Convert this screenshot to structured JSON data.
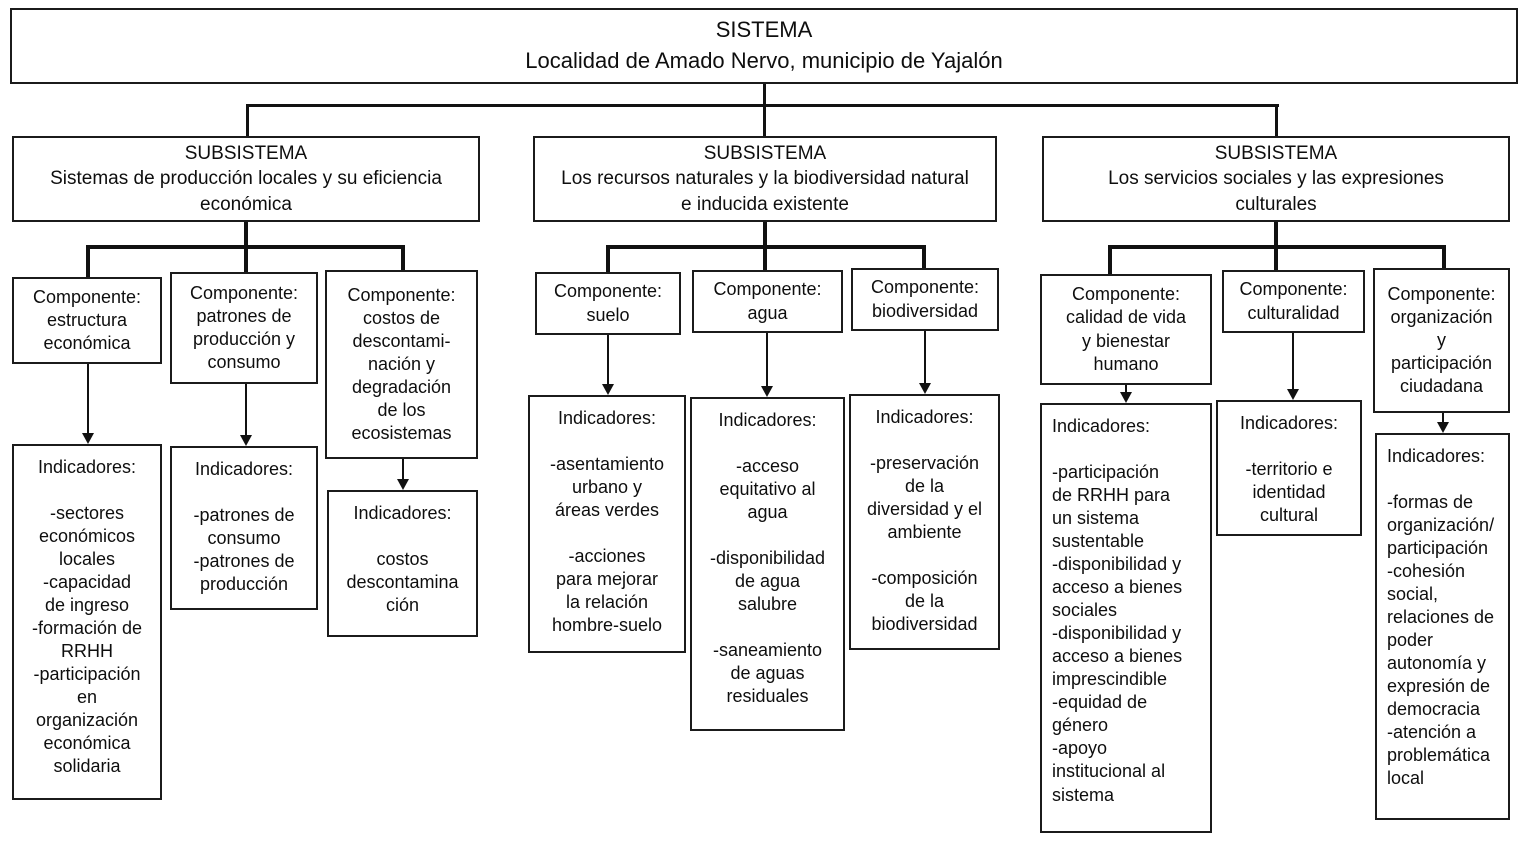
{
  "colors": {
    "border": "#1b1b1b",
    "background": "#ffffff",
    "text": "#0e0e0e"
  },
  "system": {
    "title": "SISTEMA",
    "subtitle": "Localidad de Amado Nervo, municipio de Yajalón"
  },
  "subsystems": [
    {
      "heading": "SUBSISTEMA",
      "name": "Sistemas de producción locales y su eficiencia\neconómica",
      "components": [
        {
          "title": "Componente:\nestructura\neconómica",
          "indicators": "Indicadores:\n\n-sectores\neconómicos\nlocales\n-capacidad\nde ingreso\n-formación de\nRRHH\n-participación\nen\norganización\neconómica\nsolidaria"
        },
        {
          "title": "Componente:\npatrones de\nproducción y\nconsumo",
          "indicators": "Indicadores:\n\n-patrones de\nconsumo\n-patrones de\nproducción"
        },
        {
          "title": "Componente:\ncostos de\ndescontami-\nnación y\ndegradación\nde los\necosistemas",
          "indicators": "Indicadores:\n\ncostos\ndescontamina\nción"
        }
      ]
    },
    {
      "heading": "SUBSISTEMA",
      "name": "Los recursos naturales y la biodiversidad natural\ne inducida existente",
      "components": [
        {
          "title": "Componente:\nsuelo",
          "indicators": "Indicadores:\n\n-asentamiento\nurbano y\náreas verdes\n\n-acciones\npara mejorar\nla relación\nhombre-suelo"
        },
        {
          "title": "Componente:\nagua",
          "indicators": "Indicadores:\n\n-acceso\nequitativo al\nagua\n\n-disponibilidad\nde agua\nsalubre\n\n-saneamiento\nde aguas\nresiduales"
        },
        {
          "title": "Componente:\nbiodiversidad",
          "indicators": "Indicadores:\n\n-preservación\nde la\ndiversidad y el\nambiente\n\n-composición\nde la\nbiodiversidad"
        }
      ]
    },
    {
      "heading": "SUBSISTEMA",
      "name": "Los servicios sociales y las expresiones\nculturales",
      "components": [
        {
          "title": "Componente:\ncalidad de vida\ny bienestar\nhumano",
          "indicators": "Indicadores:\n\n-participación\nde RRHH para\nun sistema\nsustentable\n-disponibilidad y\nacceso a bienes\nsociales\n-disponibilidad y\nacceso a bienes\nimprescindible\n-equidad de\ngénero\n-apoyo\ninstitucional al\nsistema"
        },
        {
          "title": "Componente:\nculturalidad",
          "indicators": "Indicadores:\n\n-territorio e\nidentidad\ncultural"
        },
        {
          "title": "Componente:\norganización\ny\nparticipación\nciudadana",
          "indicators": "Indicadores:\n\n-formas de\norganización/\nparticipación\n-cohesión\nsocial,\nrelaciones de\npoder\nautonomía y\nexpresión de\ndemocracia\n-atención a\nproblemática\nlocal"
        }
      ]
    }
  ]
}
